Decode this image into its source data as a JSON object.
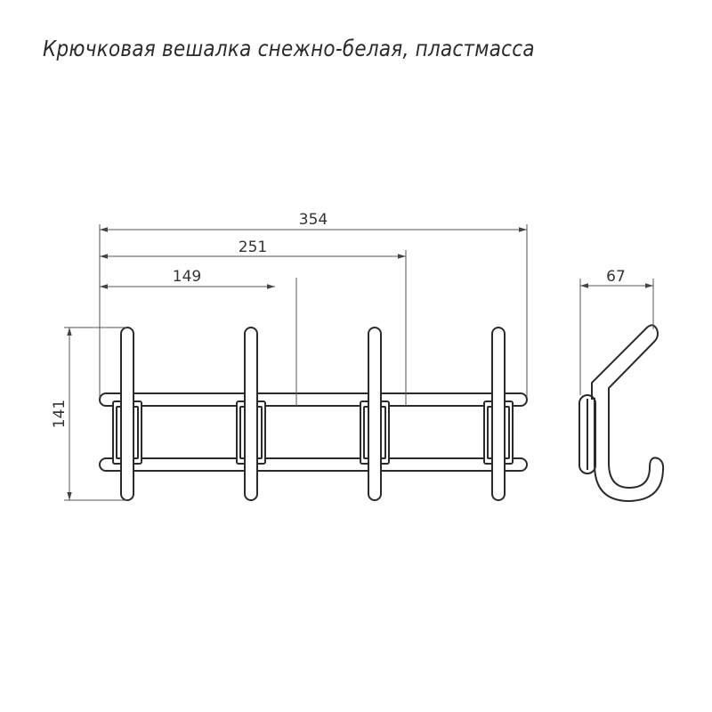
{
  "title": "Крючковая вешалка снежно-белая, пластмасса",
  "dimensions": {
    "width_total": "354",
    "width_three_hooks": "251",
    "width_two_hooks": "149",
    "height": "141",
    "depth": "67"
  },
  "hook_count": 4,
  "colors": {
    "line": "#2b2b2b",
    "dim_line": "#555555",
    "background": "#ffffff"
  }
}
